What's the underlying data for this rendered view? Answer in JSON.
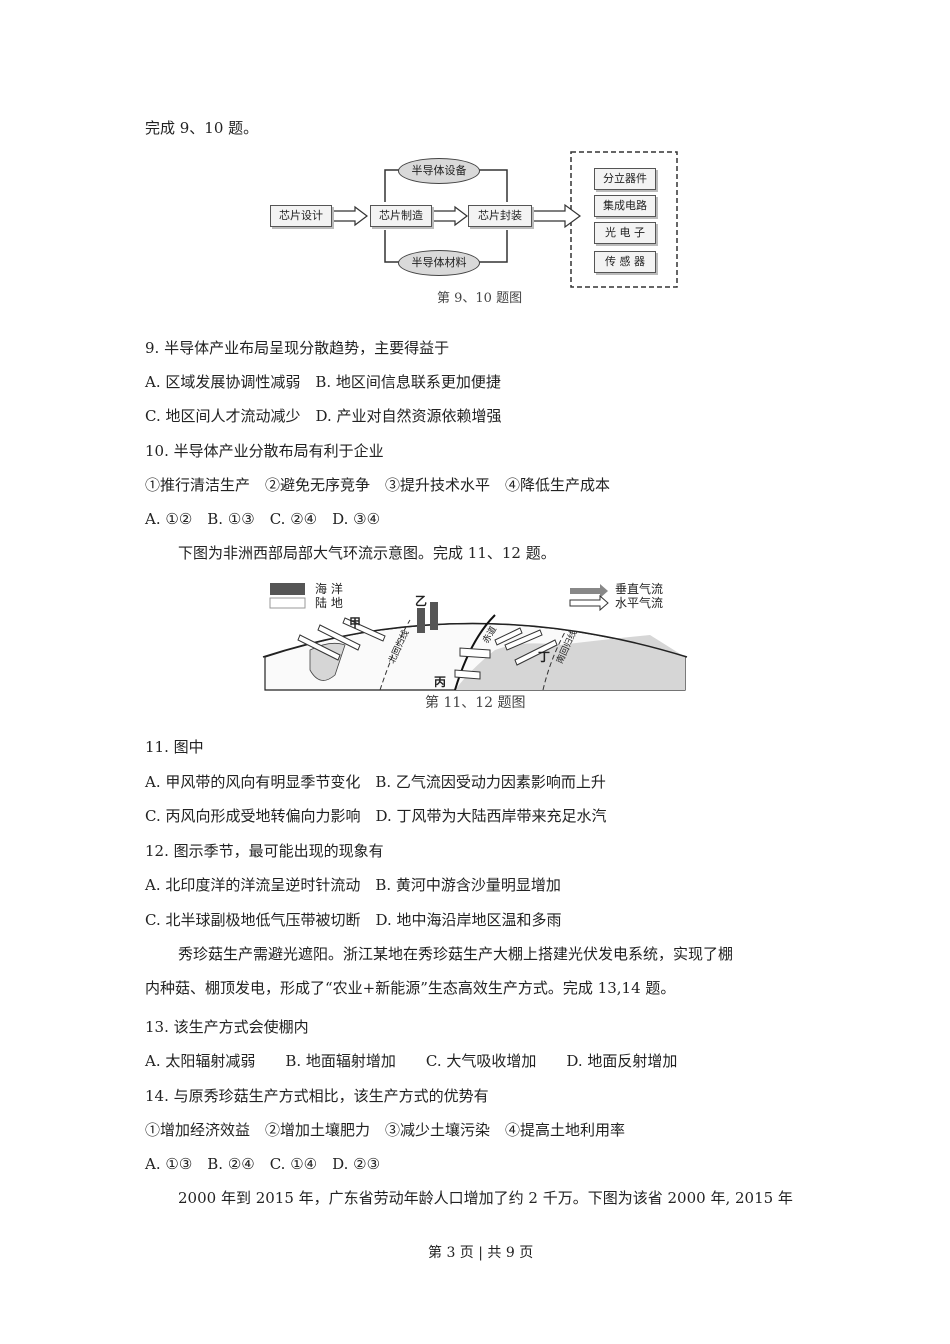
{
  "intro1": "完成 9、10 题。",
  "fig1": {
    "design": "芯片设计",
    "make": "芯片制造",
    "pack": "芯片封装",
    "equip": "半导体设备",
    "material": "半导体材料",
    "outputs": [
      "分立器件",
      "集成电路",
      "光 电 子",
      "传 感 器"
    ],
    "caption": "第 9、10 题图"
  },
  "q9": {
    "stem": "9. 半导体产业布局呈现分散趋势，主要得益于",
    "ab": "A. 区域发展协调性减弱　B. 地区间信息联系更加便捷",
    "cd": "C. 地区间人才流动减少　D. 产业对自然资源依赖增强"
  },
  "q10": {
    "stem": "10. 半导体产业分散布局有利于企业",
    "items": "①推行清洁生产　②避免无序竞争　③提升技术水平　④降低生产成本",
    "opts": "A. ①②　B. ①③　C. ②④　D. ③④"
  },
  "intro2": "下图为非洲西部局部大气环流示意图。完成 11、12 题。",
  "fig2": {
    "ocean": "海 洋",
    "land": "陆 地",
    "vertical": "垂直气流",
    "horizontal": "水平气流",
    "jia": "甲",
    "yi": "乙",
    "bing": "丙",
    "ding": "丁",
    "ntropic": "北回归线",
    "equator": "赤道",
    "stropic": "南回归线",
    "caption": "第 11、12 题图"
  },
  "q11": {
    "stem": "11. 图中",
    "ab": "A. 甲风带的风向有明显季节变化　B. 乙气流因受动力因素影响而上升",
    "cd": "C. 丙风向形成受地转偏向力影响　D. 丁风带为大陆西岸带来充足水汽"
  },
  "q12": {
    "stem": "12. 图示季节，最可能出现的现象有",
    "ab": "A. 北印度洋的洋流呈逆时针流动　B. 黄河中游含沙量明显增加",
    "cd": "C. 北半球副极地低气压带被切断　D. 地中海沿岸地区温和多雨"
  },
  "intro3a": "秀珍菇生产需避光遮阳。浙江某地在秀珍菇生产大棚上搭建光伏发电系统，实现了棚",
  "intro3b": "内种菇、棚顶发电，形成了“农业+新能源”生态高效生产方式。完成 13,14 题。",
  "q13": {
    "stem": "13. 该生产方式会使棚内",
    "opts": "A. 太阳辐射减弱　　B. 地面辐射增加　　C. 大气吸收增加　　D. 地面反射增加"
  },
  "q14": {
    "stem": "14. 与原秀珍菇生产方式相比，该生产方式的优势有",
    "items": "①增加经济效益　②增加土壤肥力　③减少土壤污染　④提高土地利用率",
    "opts": "A. ①③　B. ②④　C. ①④　D. ②③"
  },
  "intro4": "2000 年到 2015 年，广东省劳动年龄人口增加了约 2 千万。下图为该省 2000 年, 2015 年",
  "footer": "第 3 页 | 共 9 页"
}
